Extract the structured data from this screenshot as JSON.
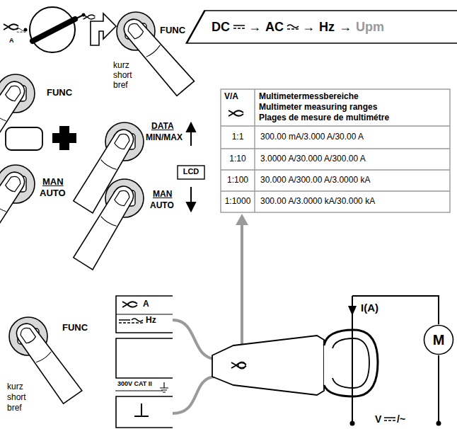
{
  "diagram": {
    "nodes": [
      {
        "text": [
          "DC",
          "→",
          "AC",
          "→",
          "Hz",
          "→",
          "Upm"
        ]
      },
      {
        "text": [
          "M"
        ]
      }
    ],
    "labels": [
      "A",
      "FUNC",
      "kurz",
      "short",
      "bref",
      "FUNC",
      "MAN",
      "AUTO",
      "DATA",
      "MIN/MAX",
      "LCD",
      "MAN",
      "AUTO",
      "V/A",
      "Multimetermessbereiche",
      "Multimeter measuring ranges",
      "Plages de mesure de multimétre",
      "1:1",
      "300.00 mA/3.000 A/30.00 A",
      "1:10",
      "3.0000 A/30.000 A/300.00 A",
      "1:100",
      "30.000 A/300.00 A/3.0000 kA",
      "1:1000",
      "300.00 A/3.0000 kA/30.000 kA",
      "FUNC",
      "kurz",
      "short",
      "bref",
      "A",
      "Hz",
      "300V CAT II",
      "I(A)",
      "V",
      "/~"
    ]
  }
}
